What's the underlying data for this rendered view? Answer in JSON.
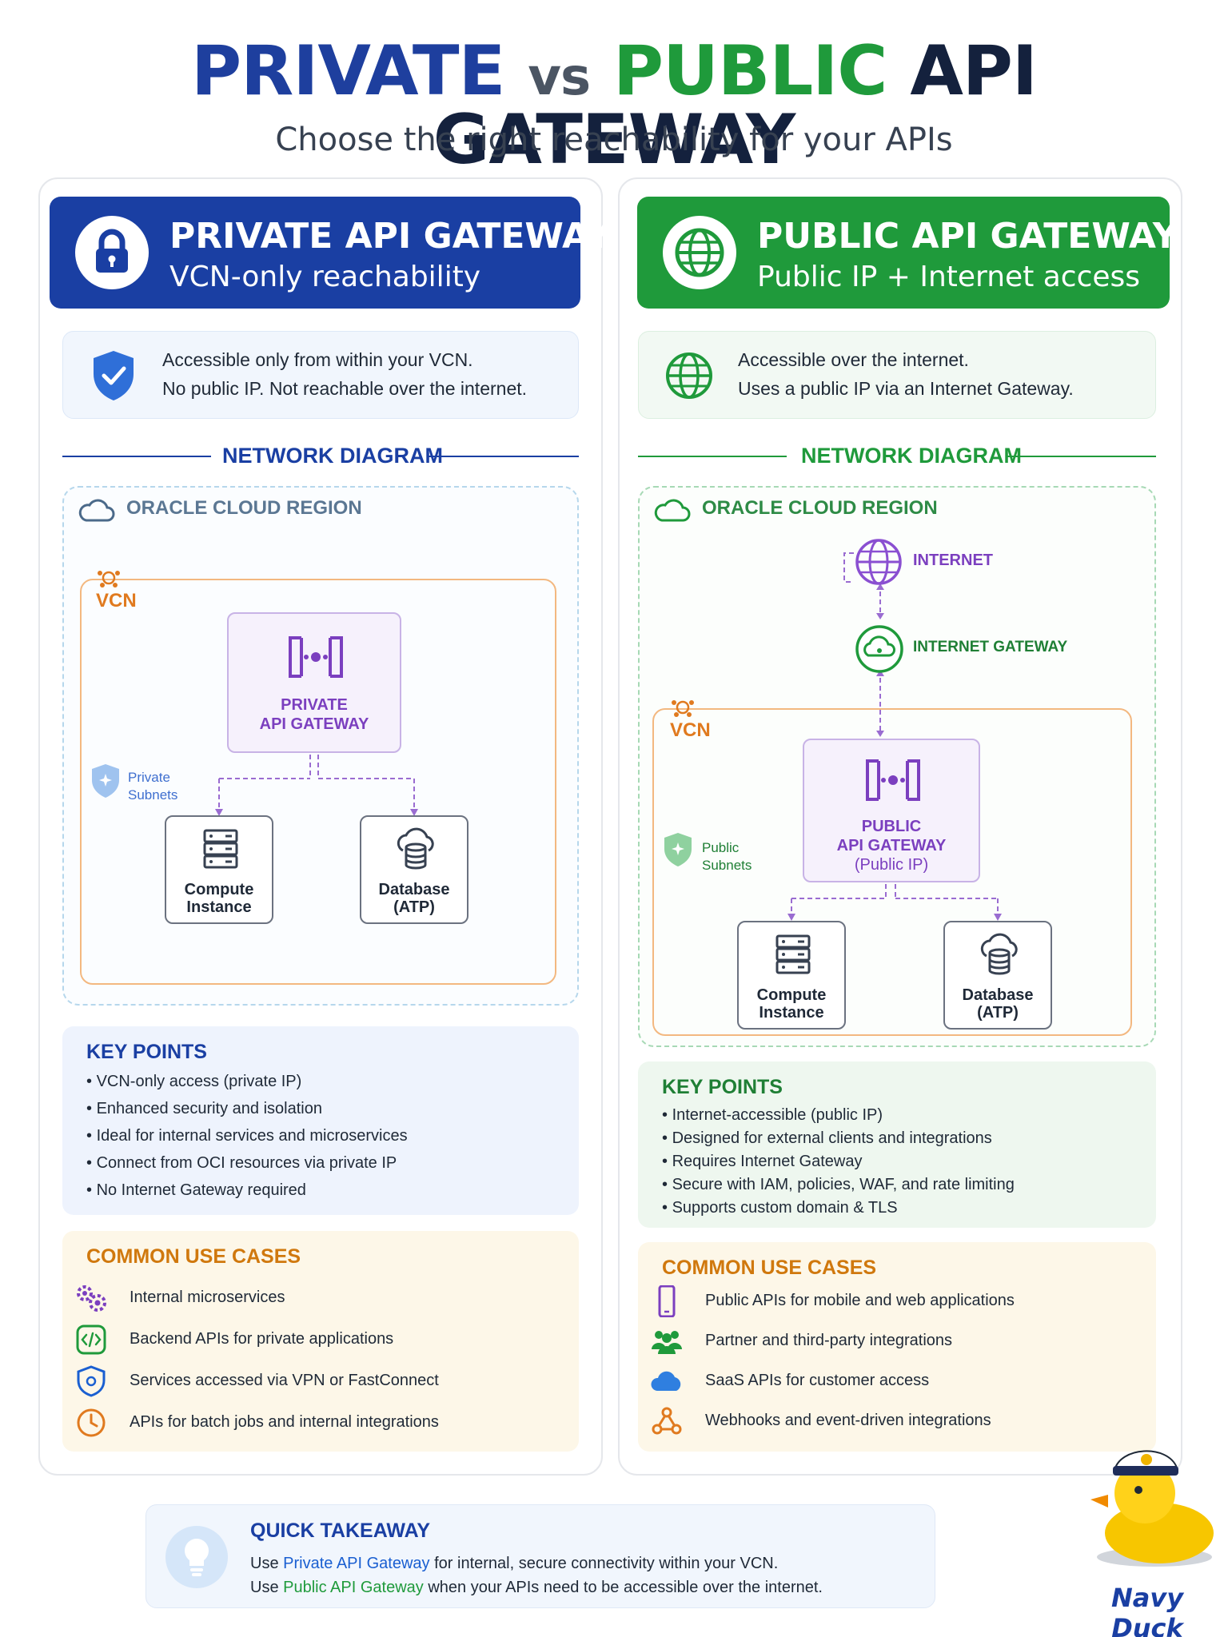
{
  "title": {
    "private": "PRIVATE",
    "vs": "vs",
    "public": "PUBLIC",
    "rest": "API GATEWAY"
  },
  "subtitle": "Choose the right reachability for your APIs",
  "colors": {
    "private_blue": "#1a3fa3",
    "public_green": "#1f9a3b",
    "vcn_orange": "#e07a1f",
    "gateway_purple": "#7b3fbf",
    "use_case_amber": "#d0780d"
  },
  "private": {
    "header": {
      "title": "PRIVATE API GATEWAY",
      "subtitle": "VCN-only reachability",
      "icon": "lock-icon"
    },
    "info": {
      "line1": "Accessible only from within your VCN.",
      "line2": "No public IP. Not reachable over the internet.",
      "icon": "shield-check-icon"
    },
    "diagram_heading": "NETWORK DIAGRAM",
    "region_label": "ORACLE CLOUD REGION",
    "vcn_label": "VCN",
    "gateway_line1": "PRIVATE",
    "gateway_line2": "API GATEWAY",
    "subnet_line1": "Private",
    "subnet_line2": "Subnets",
    "compute_line1": "Compute",
    "compute_line2": "Instance",
    "database_line1": "Database",
    "database_line2": "(ATP)",
    "key_points_title": "KEY POINTS",
    "key_points": [
      "VCN-only access (private IP)",
      "Enhanced security and isolation",
      "Ideal for internal services and microservices",
      "Connect from OCI resources via private IP",
      "No Internet Gateway required"
    ],
    "use_cases_title": "COMMON USE CASES",
    "use_cases": [
      {
        "label": "Internal microservices",
        "icon": "gears-icon"
      },
      {
        "label": "Backend APIs for private applications",
        "icon": "code-icon"
      },
      {
        "label": "Services accessed via VPN or FastConnect",
        "icon": "shield-icon"
      },
      {
        "label": "APIs for batch jobs and internal integrations",
        "icon": "clock-icon"
      }
    ]
  },
  "public": {
    "header": {
      "title": "PUBLIC API GATEWAY",
      "subtitle": "Public IP + Internet access",
      "icon": "globe-icon"
    },
    "info": {
      "line1": "Accessible over the internet.",
      "line2": "Uses a public IP via an Internet Gateway.",
      "icon": "globe-icon"
    },
    "diagram_heading": "NETWORK DIAGRAM",
    "region_label": "ORACLE CLOUD REGION",
    "internet_label": "INTERNET",
    "internet_gateway_label": "INTERNET GATEWAY",
    "vcn_label": "VCN",
    "gateway_line1": "PUBLIC",
    "gateway_line2": "API GATEWAY",
    "gateway_line3": "(Public IP)",
    "subnet_line1": "Public",
    "subnet_line2": "Subnets",
    "compute_line1": "Compute",
    "compute_line2": "Instance",
    "database_line1": "Database",
    "database_line2": "(ATP)",
    "key_points_title": "KEY POINTS",
    "key_points": [
      "Internet-accessible (public IP)",
      "Designed for external clients and integrations",
      "Requires Internet Gateway",
      "Secure with IAM, policies, WAF, and rate limiting",
      "Supports custom domain & TLS"
    ],
    "use_cases_title": "COMMON USE CASES",
    "use_cases": [
      {
        "label": "Public APIs for mobile and web applications",
        "icon": "mobile-icon"
      },
      {
        "label": "Partner and third-party integrations",
        "icon": "people-icon"
      },
      {
        "label": "SaaS APIs for customer access",
        "icon": "cloud-icon"
      },
      {
        "label": "Webhooks and event-driven integrations",
        "icon": "webhook-icon"
      }
    ]
  },
  "takeaway": {
    "title": "QUICK TAKEAWAY",
    "line1_pre": "Use ",
    "line1_hl": "Private API Gateway",
    "line1_post": " for internal, secure connectivity within your VCN.",
    "line2_pre": "Use ",
    "line2_hl": "Public API Gateway",
    "line2_post": " when your APIs need to be accessible over the internet."
  },
  "mascot": {
    "label": "Navy Duck"
  }
}
